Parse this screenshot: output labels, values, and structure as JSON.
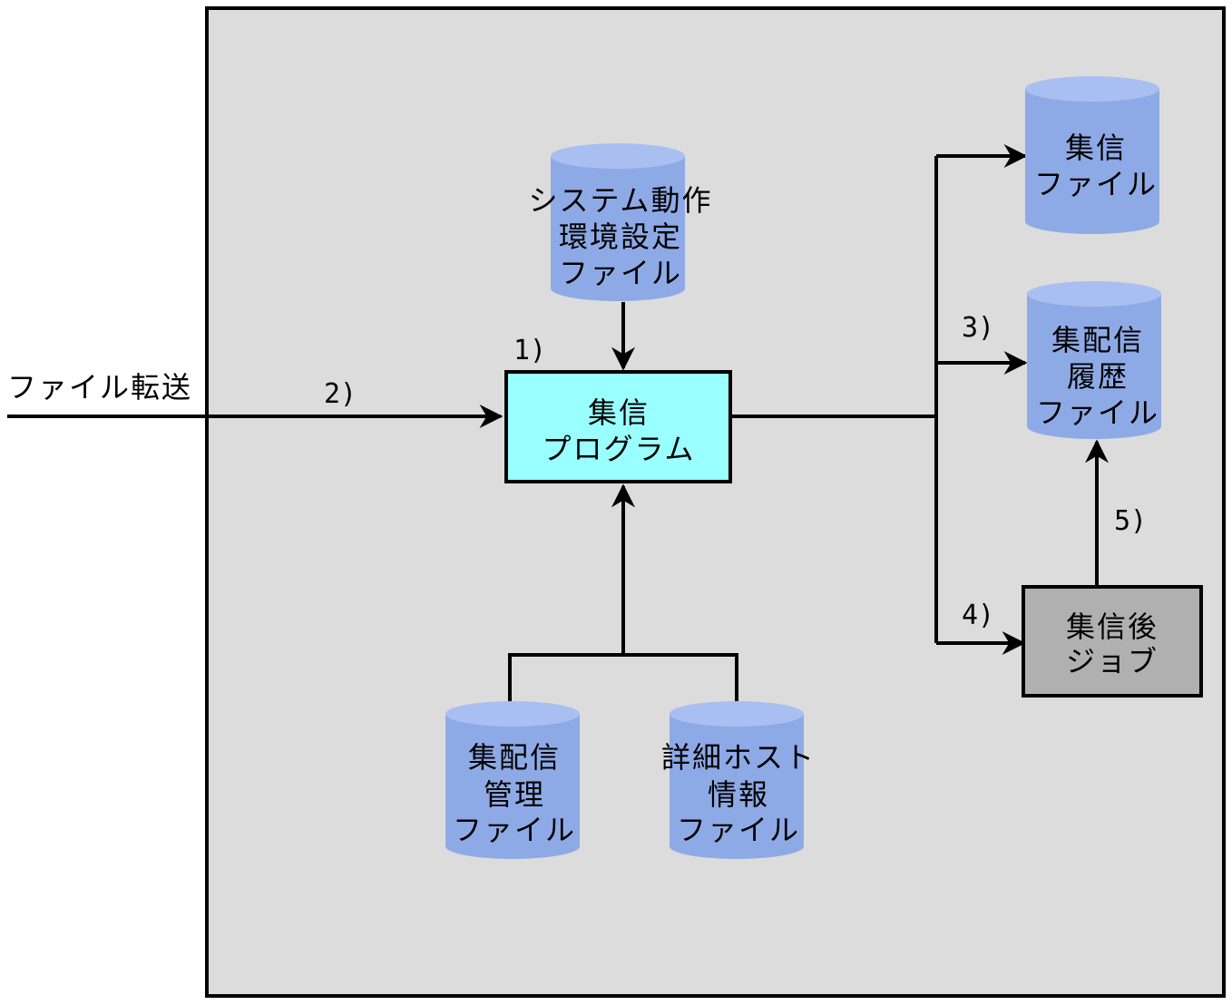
{
  "colors": {
    "frame_fill": "#dcdcdc",
    "cylinder_fill": "#8eaae6",
    "cylinder_top": "#a9bff2",
    "program_box": "#99ffff",
    "job_box": "#b0b0b0"
  },
  "external_input": "ファイル転送",
  "program": {
    "line1": "集信",
    "line2": "プログラム"
  },
  "job": {
    "line1": "集信後",
    "line2": "ジョブ"
  },
  "stores": {
    "system_env": [
      "システム動作",
      "環境設定",
      "ファイル"
    ],
    "collect_file": [
      "集信",
      "ファイル"
    ],
    "history_file": [
      "集配信",
      "履歴",
      "ファイル"
    ],
    "mgmt_file": [
      "集配信",
      "管理",
      "ファイル"
    ],
    "host_file": [
      "詳細ホスト",
      "情報",
      "ファイル"
    ]
  },
  "steps": {
    "s1": "1)",
    "s2": "2)",
    "s3": "3)",
    "s4": "4)",
    "s5": "5)"
  }
}
